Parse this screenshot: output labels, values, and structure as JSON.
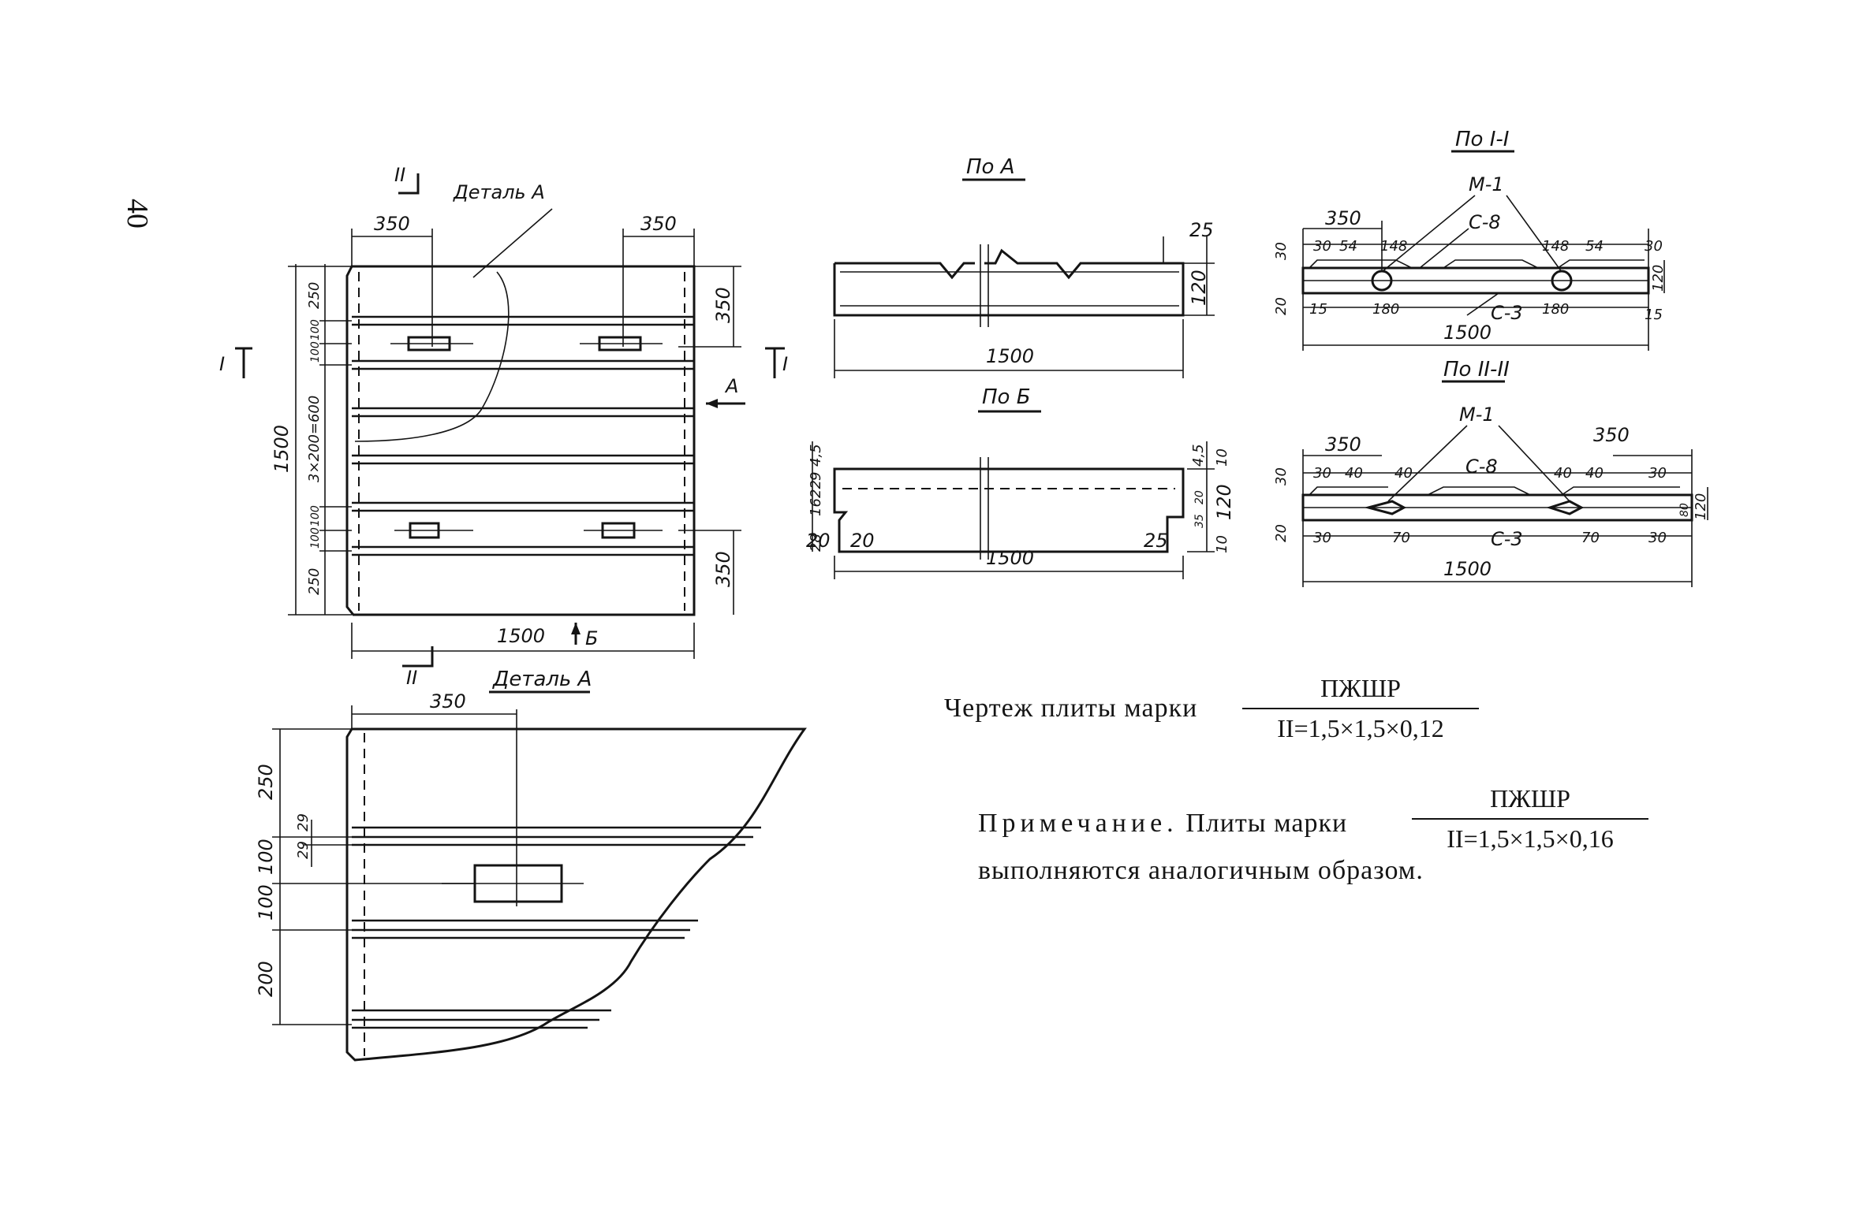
{
  "page_number": "40",
  "views": {
    "plan": {
      "section_mark_top": "II",
      "section_mark_bottom": "II",
      "section_mark_left": "I",
      "section_mark_right": "I",
      "detail_callout": "Деталь А",
      "view_arrow_a": "А",
      "view_arrow_b": "Б",
      "dims": {
        "top_left": "350",
        "top_right": "350",
        "left_overall": "1500",
        "left_top": "250",
        "left_100a": "100",
        "left_100b": "100",
        "left_mid": "3×200=600",
        "left_100c": "100",
        "left_100d": "100",
        "left_bottom": "250",
        "right_top": "350",
        "right_bottom": "350",
        "bottom_overall": "1500"
      }
    },
    "view_a": {
      "title": "По А",
      "dims": {
        "top": "25",
        "height": "120",
        "length": "1500"
      }
    },
    "view_b": {
      "title": "По Б",
      "dims": {
        "left_stack": [
          "4,5",
          "9",
          "22",
          "16",
          "28"
        ],
        "left_bottom_a": "20",
        "left_bottom_b": "20",
        "right_stack": [
          "4,5",
          "10",
          "20",
          "35",
          "10"
        ],
        "right_height": "120",
        "right_bottom": "25",
        "length": "1500"
      }
    },
    "section_1": {
      "title": "По I-I",
      "labels": [
        "М-1",
        "С-8",
        "С-3"
      ],
      "dims": {
        "top_left": "350",
        "left_30": "30",
        "left_54": "54",
        "left_148": "148",
        "right_148": "148",
        "right_54": "54",
        "right_30": "30",
        "left_vert_30": "30",
        "left_vert_20": "20",
        "bot_15": "15",
        "bot_180a": "180",
        "bot_180b": "180",
        "right_120": "120",
        "right_15": "15",
        "length": "1500"
      }
    },
    "section_2": {
      "title": "По II-II",
      "labels": [
        "М-1",
        "С-8",
        "С-3"
      ],
      "dims": {
        "top_left": "350",
        "top_right": "350",
        "left_30": "30",
        "left_40a": "40",
        "left_40b": "40",
        "right_40a": "40",
        "right_40b": "40",
        "right_30": "30",
        "left_vert_30": "30",
        "left_vert_20": "20",
        "bot_30a": "30",
        "bot_70a": "70",
        "bot_70b": "70",
        "bot_30b": "30",
        "right_80": "80",
        "right_120": "120",
        "length": "1500"
      }
    },
    "detail_a": {
      "title": "Деталь А",
      "dims": {
        "top": "350",
        "v_250": "250",
        "v_29a": "29",
        "v_29b": "29",
        "v_100a": "100",
        "v_100b": "100",
        "v_200": "200"
      }
    }
  },
  "caption": {
    "prefix": "Чертеж плиты марки",
    "numerator": "ПЖШР",
    "denominator": "II=1,5×1,5×0,12"
  },
  "note": {
    "label": "Примечание.",
    "prefix": "Плиты марки",
    "numerator": "ПЖШР",
    "denominator": "II=1,5×1,5×0,16",
    "suffix": "выполняются аналогичным образом."
  }
}
